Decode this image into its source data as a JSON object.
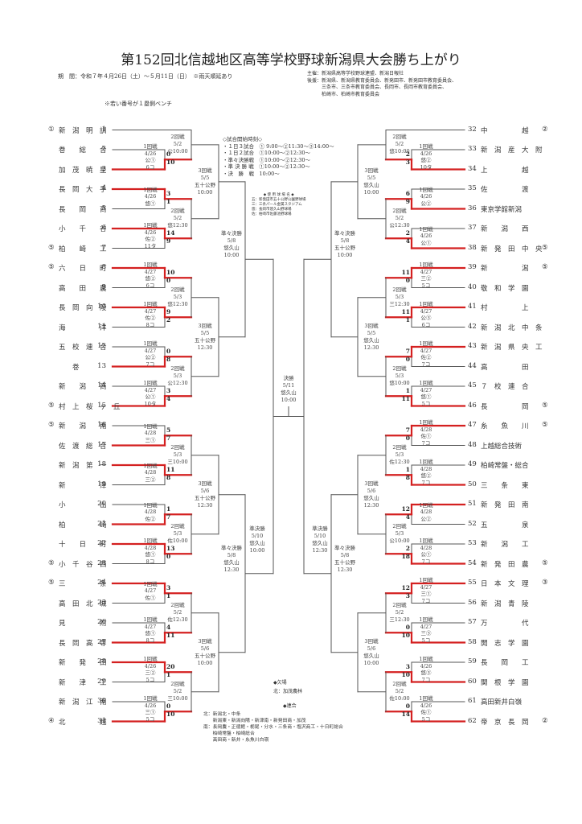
{
  "header": {
    "title": "第152回北信越地区高等学校野球新潟県大会勝ち上がり",
    "period": "期　間：令和７年４月26日（土）～５月11日（日）　※雨天順延あり",
    "bench_note": "※若い番号が１塁側ベンチ",
    "organizers": [
      "主催：新潟県高等学校野球連盟、新潟日報社",
      "後援：新潟県、新潟県教育委員会、新発田市、新発田市教育委員会、",
      "　　　三条市、三条市教育委員会、長岡市、長岡市教育委員会、",
      "　　　柏崎市、柏崎市教育委員会"
    ]
  },
  "start_times": {
    "heading": "◇試合開始時刻◇",
    "lines": [
      "・１日３試合　① 9:00～②11:30～③14:00～",
      "・１日２試合　①10:00～②12:30～",
      "・準々決勝戦　①10:00～②12:30～",
      "・準 決 勝 戦　①10:00～②12:30～",
      "・決　勝　戦　10:00～"
    ]
  },
  "venues": {
    "heading": "◆ 使 用 球 場 名 ◆",
    "lines": [
      "五：新発田市五十公野公園野球場",
      "三：三条パール金属スタジアム",
      "悠：長岡市悠久山野球場",
      "佐：柏崎市佐藤池野球場"
    ]
  },
  "absent": {
    "heading": "◆欠場",
    "lines": [
      "北：加茂農林"
    ]
  },
  "combined": {
    "heading": "◆連合",
    "lines": [
      "北：新潟北・中条",
      "　　新潟東・新潟向陽・新津南・新発田商・加茂",
      "南：長岡農・正徳館・栃尾・分水・三条商・塩沢商工・十日町総合",
      "　　柏崎常盤・柏崎総合",
      "　　高田商・新井・糸魚川白嶺"
    ]
  },
  "teams_left": [
    {
      "no": 1,
      "seed": "①",
      "name": "新　潟　明　訓"
    },
    {
      "no": 2,
      "seed": "",
      "name": "巻　　総　　合"
    },
    {
      "no": 3,
      "seed": "",
      "name": "加　茂　暁　星"
    },
    {
      "no": 4,
      "seed": "",
      "name": "長　岡　大　手"
    },
    {
      "no": 5,
      "seed": "",
      "name": "長　　岡　　商"
    },
    {
      "no": 6,
      "seed": "",
      "name": "小　　千　　谷"
    },
    {
      "no": 7,
      "seed": "⑤",
      "name": "柏　　崎　　工"
    },
    {
      "no": 8,
      "seed": "⑤",
      "name": "六　　日　　町"
    },
    {
      "no": 9,
      "seed": "",
      "name": "高　　田　　農"
    },
    {
      "no": 10,
      "seed": "",
      "name": "長　岡　向　陵"
    },
    {
      "no": 11,
      "seed": "",
      "name": "海　　　　　洋"
    },
    {
      "no": 12,
      "seed": "",
      "name": "五　校　連　合"
    },
    {
      "no": 13,
      "seed": "",
      "name": "　　巻　　　　"
    },
    {
      "no": 14,
      "seed": "",
      "name": "新　　潟　　商"
    },
    {
      "no": 15,
      "seed": "⑤",
      "name": "村　上　桜　ヶ　丘"
    },
    {
      "no": 16,
      "seed": "⑤",
      "name": "新　　潟　　南"
    },
    {
      "no": 17,
      "seed": "",
      "name": "佐　渡　総　合"
    },
    {
      "no": 18,
      "seed": "",
      "name": "新　潟　第　一"
    },
    {
      "no": 19,
      "seed": "",
      "name": "新　　　　　津"
    },
    {
      "no": 20,
      "seed": "",
      "name": "小　　　　　出"
    },
    {
      "no": 21,
      "seed": "",
      "name": "柏　　　　　崎"
    },
    {
      "no": 22,
      "seed": "",
      "name": "十　　日　　町"
    },
    {
      "no": 23,
      "seed": "⑤",
      "name": "小　千　谷　西"
    },
    {
      "no": 24,
      "seed": "⑤",
      "name": "三　　　　　条"
    },
    {
      "no": 25,
      "seed": "",
      "name": "高　田　北　城"
    },
    {
      "no": 26,
      "seed": "",
      "name": "見　　　　　附"
    },
    {
      "no": 27,
      "seed": "",
      "name": "長　岡　高　専"
    },
    {
      "no": 28,
      "seed": "",
      "name": "新　　発　　田"
    },
    {
      "no": 29,
      "seed": "",
      "name": "新　　津　　工"
    },
    {
      "no": 30,
      "seed": "",
      "name": "新　潟　江　南"
    },
    {
      "no": 31,
      "seed": "④",
      "name": "北　　　　　越"
    }
  ],
  "teams_right": [
    {
      "no": 32,
      "seed": "②",
      "name": "中　　　　　越"
    },
    {
      "no": 33,
      "seed": "",
      "name": "新　潟　産　大　附"
    },
    {
      "no": 34,
      "seed": "",
      "name": "上　　　　　越"
    },
    {
      "no": 35,
      "seed": "",
      "name": "佐　　　　　渡"
    },
    {
      "no": 36,
      "seed": "",
      "name": "東京学館新潟"
    },
    {
      "no": 37,
      "seed": "",
      "name": "新　　潟　　西"
    },
    {
      "no": 38,
      "seed": "⑤",
      "name": "新　発　田　中　央"
    },
    {
      "no": 39,
      "seed": "⑤",
      "name": "新　　　　　潟"
    },
    {
      "no": 40,
      "seed": "",
      "name": "敬　和　学　園"
    },
    {
      "no": 41,
      "seed": "",
      "name": "村　　　　　上"
    },
    {
      "no": 42,
      "seed": "",
      "name": "新　潟　北　中　条"
    },
    {
      "no": 43,
      "seed": "",
      "name": "新　潟　県　央　工"
    },
    {
      "no": 44,
      "seed": "",
      "name": "高　　　　　田"
    },
    {
      "no": 45,
      "seed": "",
      "name": "７　校　連　合"
    },
    {
      "no": 46,
      "seed": "⑤",
      "name": "長　　　　　岡"
    },
    {
      "no": 47,
      "seed": "⑤",
      "name": "糸　　魚　　川"
    },
    {
      "no": 48,
      "seed": "",
      "name": "上越総合技術"
    },
    {
      "no": 49,
      "seed": "",
      "name": "柏崎常盤・総合"
    },
    {
      "no": 50,
      "seed": "",
      "name": "三　　条　　東"
    },
    {
      "no": 51,
      "seed": "",
      "name": "新　発　田　南"
    },
    {
      "no": 52,
      "seed": "",
      "name": "五　　　　　泉"
    },
    {
      "no": 53,
      "seed": "",
      "name": "新　　潟　　工"
    },
    {
      "no": 54,
      "seed": "⑤",
      "name": "新　発　田　農"
    },
    {
      "no": 55,
      "seed": "③",
      "name": "日　本　文　理"
    },
    {
      "no": 56,
      "seed": "",
      "name": "新　潟　青　陵"
    },
    {
      "no": 57,
      "seed": "",
      "name": "万　　　　　代"
    },
    {
      "no": 58,
      "seed": "",
      "name": "開　志　学　園"
    },
    {
      "no": 59,
      "seed": "",
      "name": "長　　岡　　工"
    },
    {
      "no": 60,
      "seed": "",
      "name": "関　根　学　園"
    },
    {
      "no": 61,
      "seed": "",
      "name": "高田新井白嶺"
    },
    {
      "no": 62,
      "seed": "②",
      "name": "帝　京　長　岡"
    }
  ],
  "round1_left": [
    {
      "teams": [
        2,
        3
      ],
      "date": "4/26",
      "venue": "公①",
      "note": "6コ",
      "scores": [
        0,
        10
      ],
      "winner": 3
    },
    {
      "teams": [
        4,
        5
      ],
      "date": "4/26",
      "venue": "悠①",
      "note": "",
      "scores": [
        3,
        1
      ],
      "winner": 4
    },
    {
      "teams": [
        6,
        7
      ],
      "date": "4/26",
      "venue": "佐②",
      "note": "11タ",
      "scores": [
        14,
        9
      ],
      "winner": 6
    },
    {
      "teams": [
        8,
        9
      ],
      "date": "4/27",
      "venue": "悠②",
      "note": "6コ",
      "scores": [
        10,
        0
      ],
      "winner": 8
    },
    {
      "teams": [
        10,
        11
      ],
      "date": "4/27",
      "venue": "佐②",
      "note": "8コ",
      "scores": [
        9,
        2
      ],
      "winner": 10
    },
    {
      "teams": [
        12,
        13
      ],
      "date": "4/27",
      "venue": "公②",
      "note": "7コ",
      "scores": [
        0,
        8
      ],
      "winner": 13
    },
    {
      "teams": [
        14,
        15
      ],
      "date": "4/27",
      "venue": "公①",
      "note": "10タ",
      "scores": [
        3,
        4
      ],
      "winner": 15
    },
    {
      "teams": [
        16,
        17
      ],
      "date": "4/28",
      "venue": "三①",
      "note": "",
      "scores": [
        5,
        7
      ],
      "winner": 17
    },
    {
      "teams": [
        18,
        19
      ],
      "date": "4/28",
      "venue": "三②",
      "note": "",
      "scores": [
        11,
        8
      ],
      "winner": 18
    },
    {
      "teams": [
        20,
        21
      ],
      "date": "4/28",
      "venue": "佐②",
      "note": "",
      "scores": [
        1,
        7
      ],
      "winner": 21
    },
    {
      "teams": [
        22,
        23
      ],
      "date": "4/28",
      "venue": "悠①",
      "note": "8コ",
      "scores": [
        13,
        0
      ],
      "winner": 22
    },
    {
      "teams": [
        24,
        25
      ],
      "date": "4/27",
      "venue": "佐①",
      "note": "",
      "scores": [
        3,
        1
      ],
      "winner": 24
    },
    {
      "teams": [
        26,
        27
      ],
      "date": "4/27",
      "venue": "悠①",
      "note": "8コ",
      "scores": [
        4,
        11
      ],
      "winner": 27
    },
    {
      "teams": [
        28,
        29
      ],
      "date": "4/26",
      "venue": "三②",
      "note": "5コ",
      "scores": [
        20,
        1
      ],
      "winner": 28
    },
    {
      "teams": [
        30,
        31
      ],
      "date": "4/26",
      "venue": "三①",
      "note": "5コ",
      "scores": [
        0,
        10
      ],
      "winner": 31
    }
  ],
  "round1_right": [
    {
      "teams": [
        33,
        34
      ],
      "date": "4/26",
      "venue": "悠②",
      "note": "10タ",
      "scores": [
        2,
        3
      ],
      "winner": 34
    },
    {
      "teams": [
        35,
        36
      ],
      "date": "4/26",
      "venue": "公②",
      "note": "",
      "scores": [
        6,
        9
      ],
      "winner": 36
    },
    {
      "teams": [
        37,
        38
      ],
      "date": "4/26",
      "venue": "公①",
      "note": "",
      "scores": [
        2,
        4
      ],
      "winner": 38
    },
    {
      "teams": [
        39,
        40
      ],
      "date": "4/27",
      "venue": "三②",
      "note": "5コ",
      "scores": [
        11,
        0
      ],
      "winner": 39
    },
    {
      "teams": [
        41,
        42
      ],
      "date": "4/27",
      "venue": "公③",
      "note": "6コ",
      "scores": [
        11,
        1
      ],
      "winner": 41
    },
    {
      "teams": [
        43,
        44
      ],
      "date": "4/27",
      "venue": "佐②",
      "note": "7コ",
      "scores": [
        7,
        0
      ],
      "winner": 43
    },
    {
      "teams": [
        45,
        46
      ],
      "date": "4/27",
      "venue": "悠①",
      "note": "5コ",
      "scores": [
        1,
        11
      ],
      "winner": 46
    },
    {
      "teams": [
        47,
        48
      ],
      "date": "4/28",
      "venue": "佐①",
      "note": "7コ",
      "scores": [
        7,
        0
      ],
      "winner": 47
    },
    {
      "teams": [
        49,
        50
      ],
      "date": "4/28",
      "venue": "悠②",
      "note": "7コ",
      "scores": [
        1,
        8
      ],
      "winner": 50
    },
    {
      "teams": [
        51,
        52
      ],
      "date": "4/28",
      "venue": "公②",
      "note": "",
      "scores": [
        12,
        4
      ],
      "winner": 51
    },
    {
      "teams": [
        53,
        54
      ],
      "date": "4/28",
      "venue": "公①",
      "note": "7コ",
      "scores": [
        2,
        18
      ],
      "winner": 54
    },
    {
      "teams": [
        55,
        56
      ],
      "date": "4/27",
      "venue": "三①",
      "note": "7コ",
      "scores": [
        12,
        3
      ],
      "winner": 55
    },
    {
      "teams": [
        57,
        58
      ],
      "date": "4/27",
      "venue": "三③",
      "note": "5コ",
      "scores": [
        0,
        10
      ],
      "winner": 58
    },
    {
      "teams": [
        59,
        60
      ],
      "date": "4/26",
      "venue": "悠③",
      "note": "7コ",
      "scores": [
        3,
        10
      ],
      "winner": 60
    },
    {
      "teams": [
        61,
        62
      ],
      "date": "4/26",
      "venue": "佐①",
      "note": "5コ",
      "scores": [
        0,
        14
      ],
      "winner": 62
    }
  ],
  "round2_left": [
    {
      "label": "2回戦",
      "date": "5/2",
      "time": "公10:00"
    },
    {
      "label": "2回戦",
      "date": "5/2",
      "time": "悠12:30"
    },
    {
      "label": "2回戦",
      "date": "5/3",
      "time": "悠12:30"
    },
    {
      "label": "2回戦",
      "date": "5/3",
      "time": "公12:30"
    },
    {
      "label": "2回戦",
      "date": "5/3",
      "time": "三10:00"
    },
    {
      "label": "2回戦",
      "date": "5/3",
      "time": "佐10:00"
    },
    {
      "label": "2回戦",
      "date": "5/2",
      "time": "佐12:30"
    },
    {
      "label": "2回戦",
      "date": "5/2",
      "time": "三10:00"
    }
  ],
  "round2_right": [
    {
      "label": "2回戦",
      "date": "5/2",
      "time": "悠10:00"
    },
    {
      "label": "2回戦",
      "date": "5/2",
      "time": "公12:30"
    },
    {
      "label": "2回戦",
      "date": "5/3",
      "time": "三12:30"
    },
    {
      "label": "2回戦",
      "date": "5/3",
      "time": "悠10:00"
    },
    {
      "label": "2回戦",
      "date": "5/3",
      "time": "佐12:30"
    },
    {
      "label": "2回戦",
      "date": "5/3",
      "time": "公10:00"
    },
    {
      "label": "2回戦",
      "date": "5/2",
      "time": "三12:30"
    },
    {
      "label": "2回戦",
      "date": "5/2",
      "time": "佐10:00"
    }
  ],
  "round3_left": [
    {
      "label": "3回戦",
      "date": "5/5",
      "venue": "五十公野",
      "time": "10:00"
    },
    {
      "label": "3回戦",
      "date": "5/5",
      "venue": "五十公野",
      "time": "12:30"
    },
    {
      "label": "3回戦",
      "date": "5/6",
      "venue": "五十公野",
      "time": "12:30"
    },
    {
      "label": "3回戦",
      "date": "5/6",
      "venue": "五十公野",
      "time": "10:00"
    }
  ],
  "round3_right": [
    {
      "label": "3回戦",
      "date": "5/5",
      "venue": "悠久山",
      "time": "10:00"
    },
    {
      "label": "3回戦",
      "date": "5/5",
      "venue": "悠久山",
      "time": "12:30"
    },
    {
      "label": "3回戦",
      "date": "5/6",
      "venue": "悠久山",
      "time": "12:30"
    },
    {
      "label": "3回戦",
      "date": "5/6",
      "venue": "悠久山",
      "time": "10:00"
    }
  ],
  "qf_left": [
    {
      "label": "準々決勝",
      "date": "5/8",
      "venue": "悠久山",
      "time": "10:00"
    },
    {
      "label": "準々決勝",
      "date": "5/8",
      "venue": "悠久山",
      "time": "12:30"
    }
  ],
  "qf_right": [
    {
      "label": "準々決勝",
      "date": "5/8",
      "venue": "五十公野",
      "time": "10:00"
    },
    {
      "label": "準々決勝",
      "date": "5/8",
      "venue": "五十公野",
      "time": "12:30"
    }
  ],
  "sf_left": {
    "label": "準決勝",
    "date": "5/10",
    "venue": "悠久山",
    "time": "10:00"
  },
  "sf_right": {
    "label": "準決勝",
    "date": "5/10",
    "venue": "悠久山",
    "time": "12:30"
  },
  "final": {
    "label": "決勝",
    "date": "5/11",
    "venue": "悠久山",
    "time": "10:00"
  },
  "colors": {
    "line": "#555555",
    "winner": "#d42020",
    "text": "#333333"
  }
}
